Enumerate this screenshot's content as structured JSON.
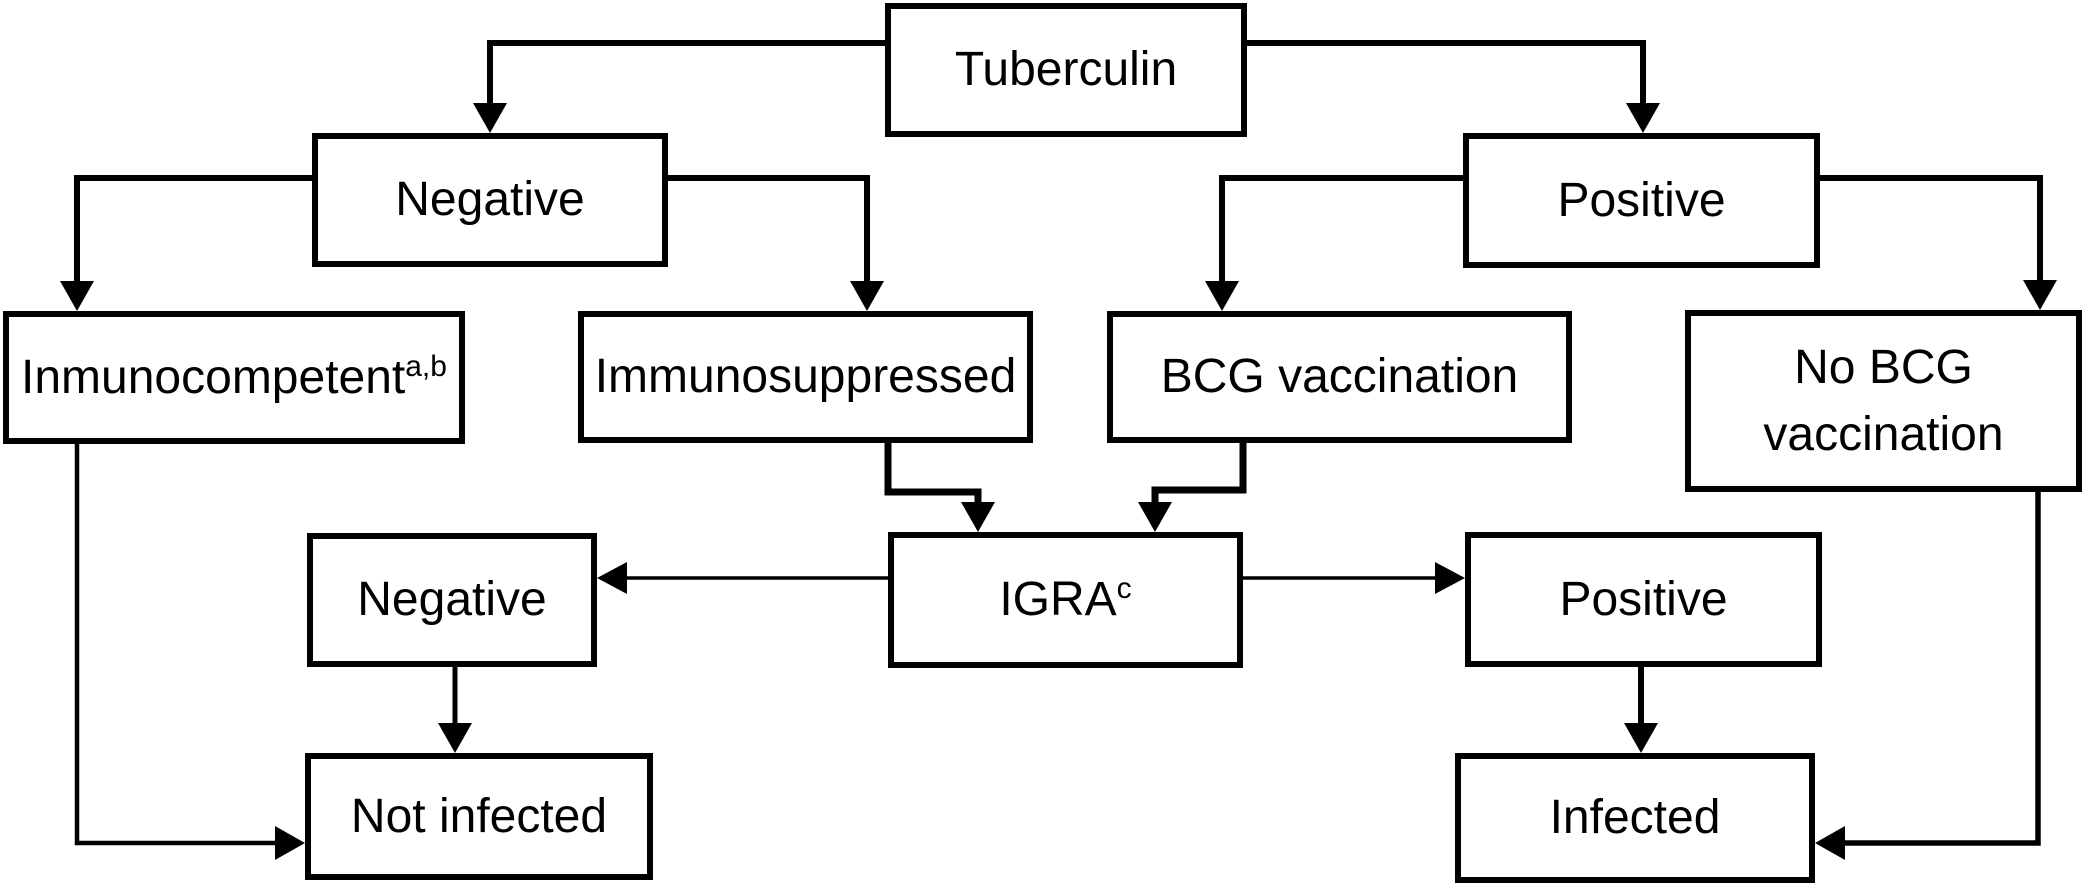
{
  "figure": {
    "background_color": "#ffffff",
    "box_border_color": "#000000",
    "line_color": "#000000",
    "text_color": "#000000"
  },
  "nodes": {
    "tuberculin": {
      "text": "Tuberculin"
    },
    "tst_negative": {
      "text": "Negative"
    },
    "tst_positive": {
      "text": "Positive"
    },
    "inmunocompetent": {
      "text": "Inmunocompetent",
      "sup": "a,b"
    },
    "immunosuppressed": {
      "text": "Immunosuppressed"
    },
    "bcg_vaccination": {
      "text": "BCG vaccination"
    },
    "no_bcg_vaccination": {
      "line1": "No BCG",
      "line2": "vaccination"
    },
    "igra": {
      "text": "IGRA",
      "sup": "c"
    },
    "igra_negative": {
      "text": "Negative"
    },
    "igra_positive": {
      "text": "Positive"
    },
    "not_infected": {
      "text": "Not infected"
    },
    "infected": {
      "text": "Infected"
    }
  },
  "edges": [
    {
      "from": "tuberculin",
      "to": "tst_negative"
    },
    {
      "from": "tuberculin",
      "to": "tst_positive"
    },
    {
      "from": "tst_negative",
      "to": "inmunocompetent"
    },
    {
      "from": "tst_negative",
      "to": "immunosuppressed"
    },
    {
      "from": "tst_positive",
      "to": "bcg_vaccination"
    },
    {
      "from": "tst_positive",
      "to": "no_bcg_vaccination"
    },
    {
      "from": "immunosuppressed",
      "to": "igra"
    },
    {
      "from": "bcg_vaccination",
      "to": "igra"
    },
    {
      "from": "igra",
      "to": "igra_negative"
    },
    {
      "from": "igra",
      "to": "igra_positive"
    },
    {
      "from": "igra_negative",
      "to": "not_infected"
    },
    {
      "from": "igra_positive",
      "to": "infected"
    },
    {
      "from": "inmunocompetent",
      "to": "not_infected"
    },
    {
      "from": "no_bcg_vaccination",
      "to": "infected"
    }
  ]
}
